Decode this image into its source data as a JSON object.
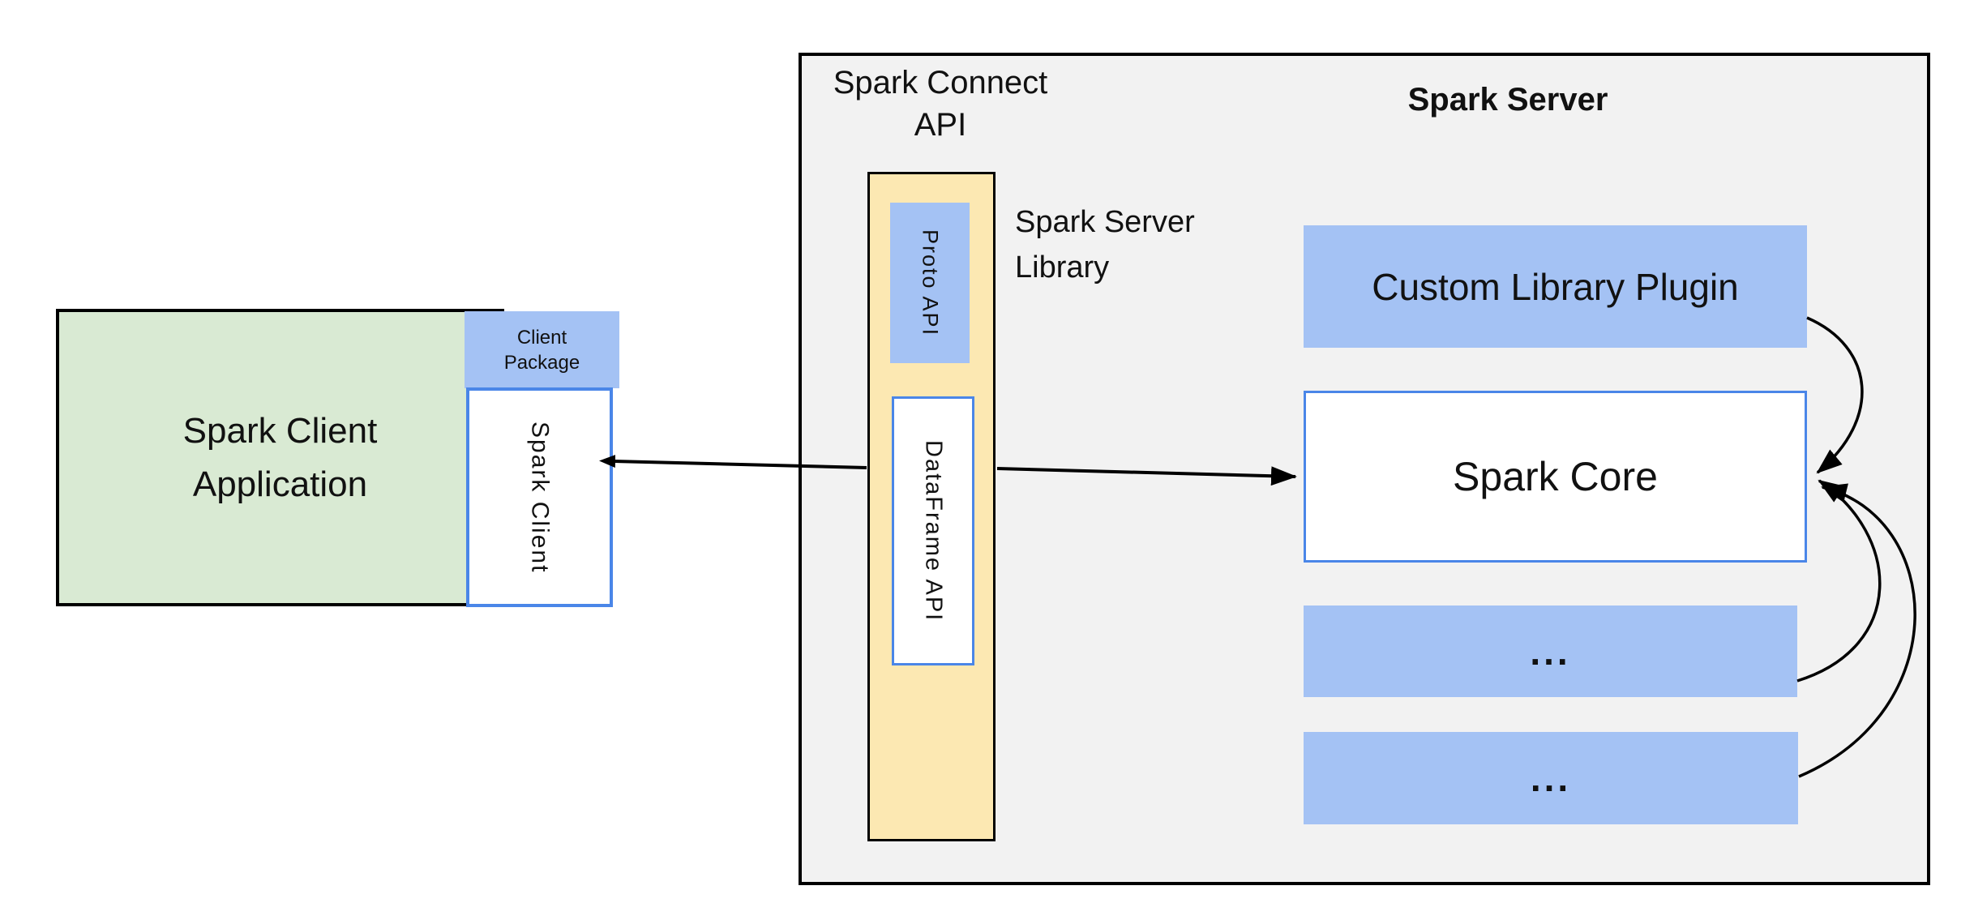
{
  "colors": {
    "green_fill": "#d9ead3",
    "blue_fill": "#a4c2f4",
    "yellow_fill": "#fce8b2",
    "gray_fill": "#f2f2f2",
    "blue_border": "#4a86e8",
    "outline": "#000000",
    "arrow": "#000000"
  },
  "client_app": {
    "line1": "Spark Client",
    "line2": "Application"
  },
  "client_package": {
    "line1": "Client",
    "line2": "Package",
    "spark_client_label": "Spark Client"
  },
  "spark_connect": {
    "title_line1": "Spark Connect",
    "title_line2": "API",
    "proto_api_label": "Proto API",
    "dataframe_api_label": "DataFrame API",
    "server_library_line1": "Spark Server",
    "server_library_line2": "Library"
  },
  "spark_server": {
    "title": "Spark Server",
    "custom_library_plugin_label": "Custom Library Plugin",
    "spark_core_label": "Spark Core",
    "placeholder_1": "...",
    "placeholder_2": "..."
  }
}
